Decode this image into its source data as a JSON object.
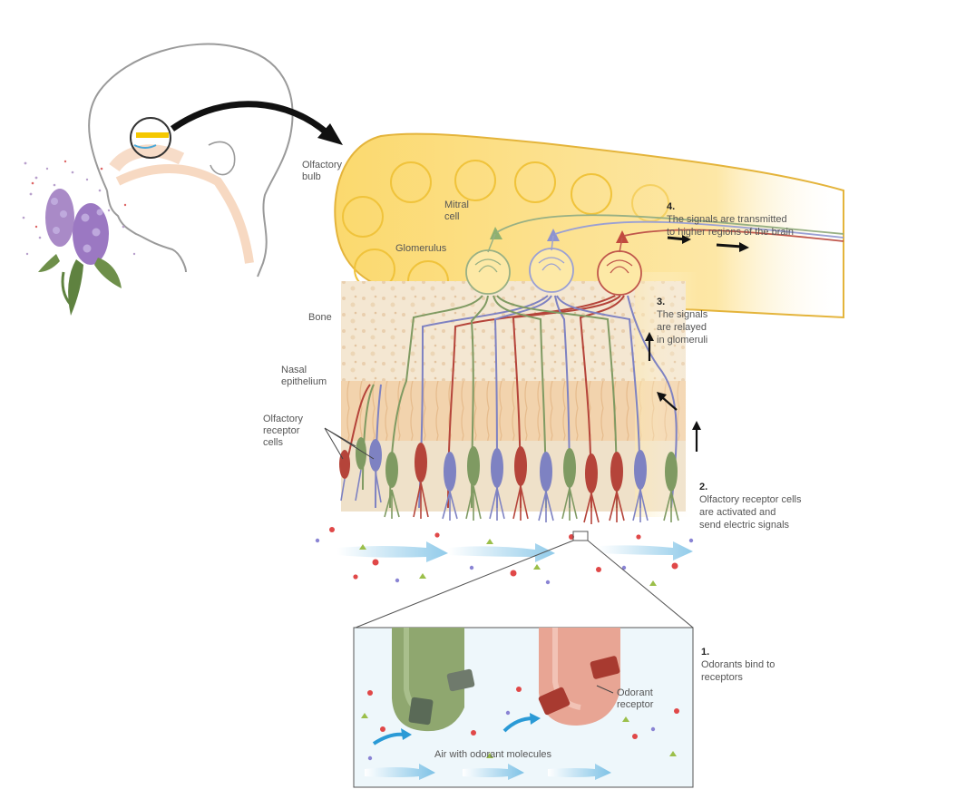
{
  "labels": {
    "olfactory_bulb": "Olfactory\nbulb",
    "mitral_cell": "Mitral\ncell",
    "glomerulus": "Glomerulus",
    "bone": "Bone",
    "nasal_epithelium": "Nasal\nepithelium",
    "olfactory_receptor_cells": "Olfactory\nreceptor\ncells",
    "odorant_receptor": "Odorant\nreceptor",
    "air_with_odorant_molecules": "Air with odorant molecules"
  },
  "steps": [
    {
      "number": "1.",
      "text": "Odorants bind to\nreceptors"
    },
    {
      "number": "2.",
      "text": "Olfactory receptor cells\nare activated and\nsend electric signals"
    },
    {
      "number": "3.",
      "text": "The signals\nare relayed\nin glomeruli"
    },
    {
      "number": "4.",
      "text": "The signals are transmitted\nto higher regions of the brain"
    }
  ],
  "colors": {
    "bulb": "#fbe08a",
    "bone": "#f3e6cf",
    "epithelium": "#f0cfa8",
    "green_cell": "#7f9a62",
    "red_cell": "#b5443a",
    "blue_cell": "#7e82c2",
    "air_arrow": "#8fcbea"
  }
}
